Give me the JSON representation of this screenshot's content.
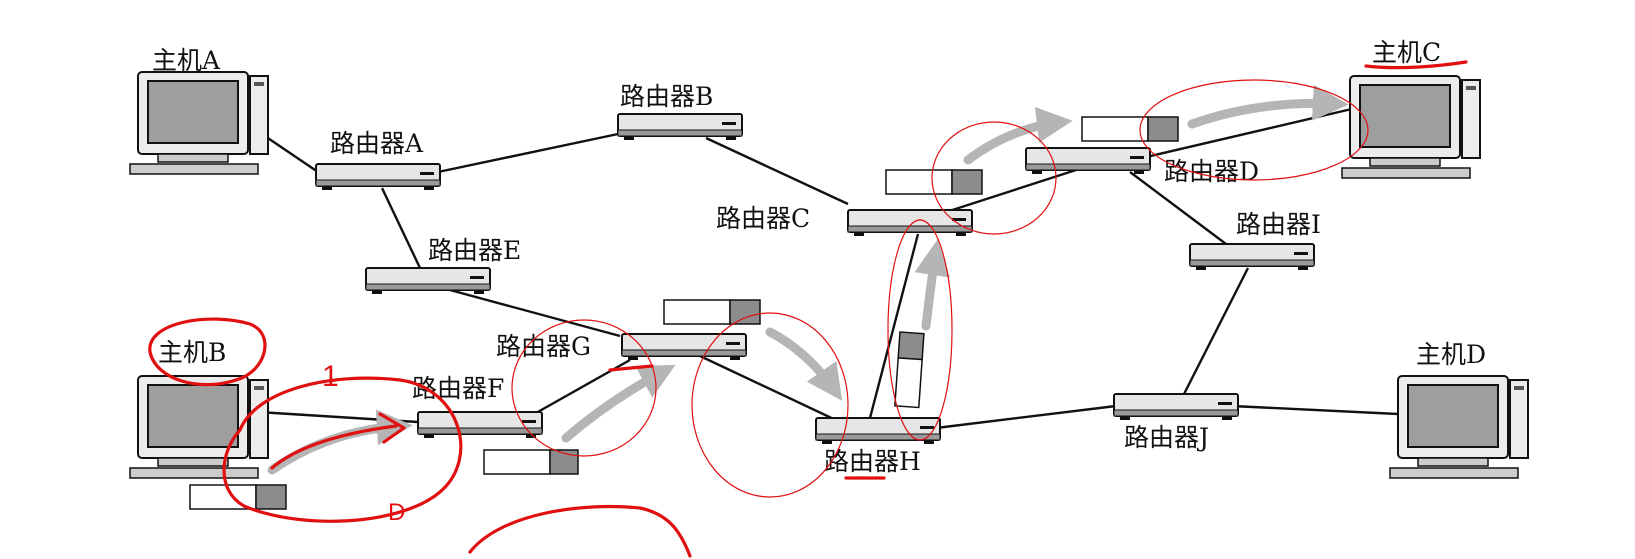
{
  "hosts": {
    "a": "主机A",
    "b": "主机B",
    "c": "主机C",
    "d": "主机D"
  },
  "routers": {
    "a": "路由器A",
    "b": "路由器B",
    "c": "路由器C",
    "d": "路由器D",
    "e": "路由器E",
    "f": "路由器F",
    "g": "路由器G",
    "h": "路由器H",
    "i": "路由器I",
    "j": "路由器J"
  },
  "annotations": {
    "mark_1": "1",
    "mark_2": "D"
  },
  "colors": {
    "ink": "#111111",
    "device_fill": "#d9d9d9",
    "packet_header": "#8c8c8c",
    "flow_arrow": "#b5b5b5",
    "annotation_red": "#e01010"
  }
}
